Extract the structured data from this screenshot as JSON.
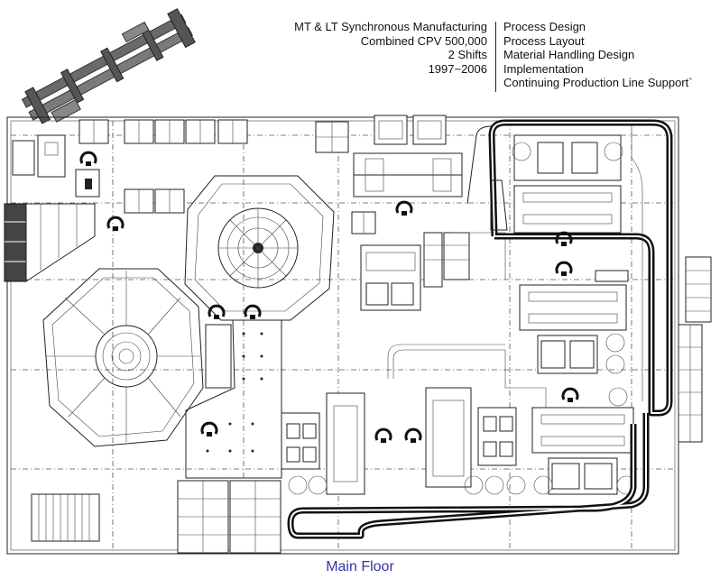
{
  "header": {
    "left_lines": [
      "MT & LT Synchronous Manufacturing",
      "Combined CPV 500,000",
      "2 Shifts",
      "1997~2006"
    ],
    "right_lines": [
      "Process Design",
      "Process Layout",
      "Material Handling Design",
      "Implementation",
      "Continuing Production Line Support`"
    ]
  },
  "caption": "Main Floor",
  "colors": {
    "caption": "#3333aa",
    "lines": "#222222",
    "frame_render": "#555555"
  },
  "icons": [
    "chassis-frame-render",
    "robot-icon"
  ]
}
